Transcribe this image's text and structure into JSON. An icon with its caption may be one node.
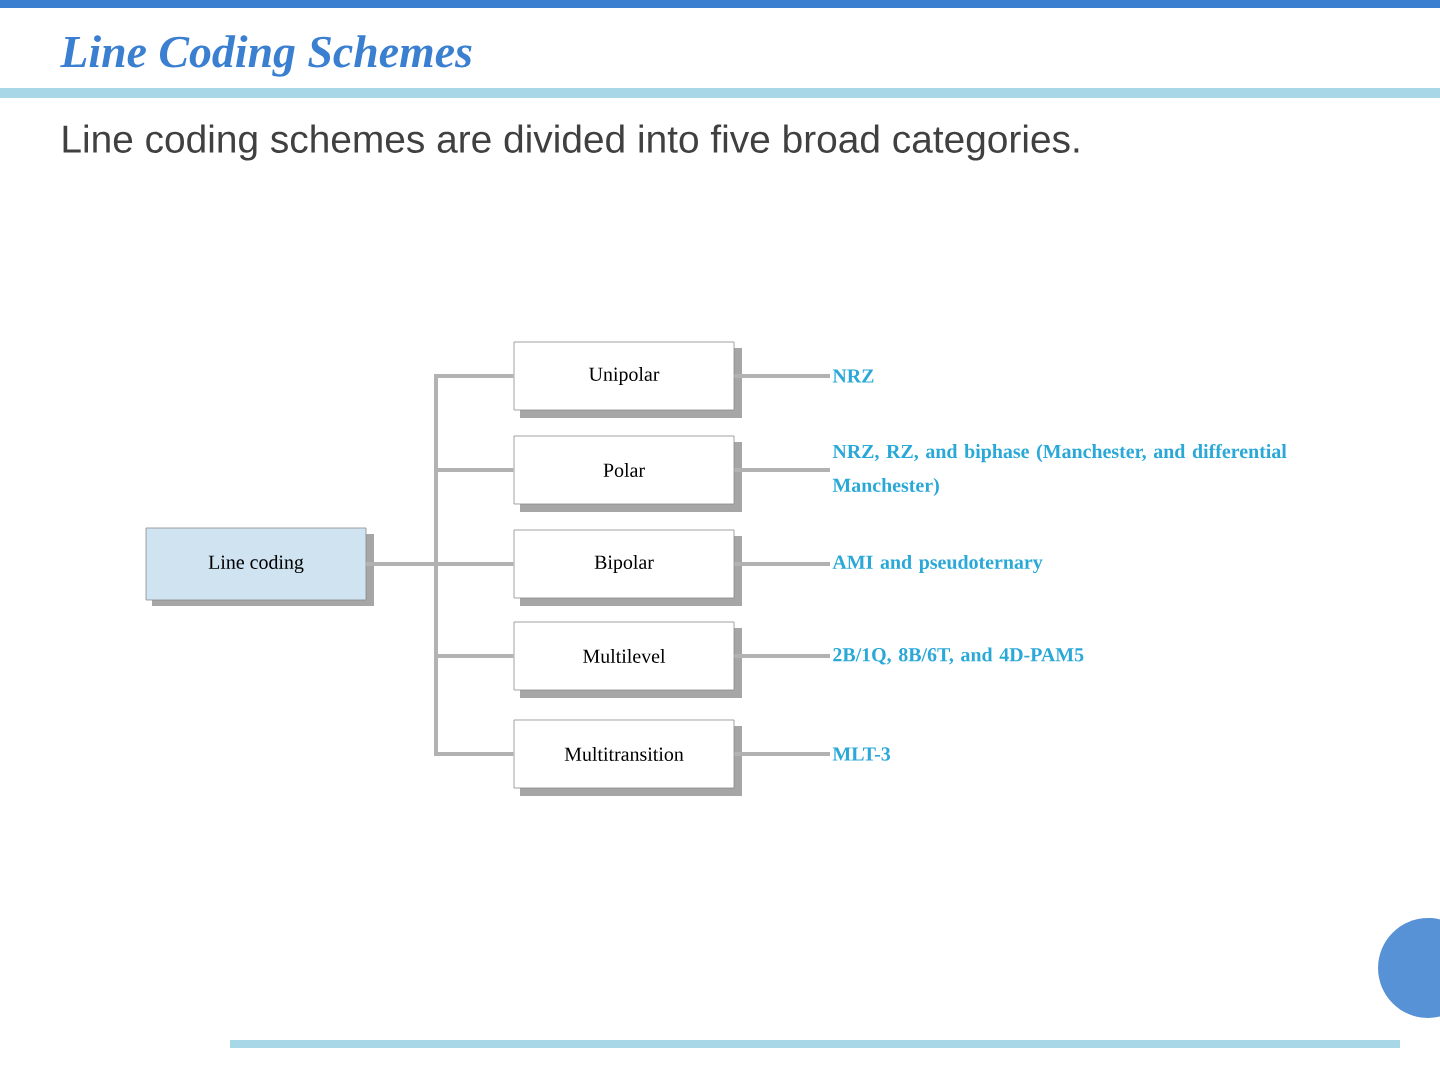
{
  "diagram": {
    "title": "Line Coding Schemes",
    "nodes": [
      {
        "text": [
          "Line coding"
        ]
      },
      {
        "text": [
          "Unipolar"
        ]
      },
      {
        "text": [
          "Polar"
        ]
      },
      {
        "text": [
          "Bipolar"
        ]
      },
      {
        "text": [
          "Multilevel"
        ]
      },
      {
        "text": [
          "Multitransition"
        ]
      },
      {
        "text": [
          "NRZ"
        ]
      },
      {
        "text": [
          "NRZ, RZ, and biphase (Manchester, and differential Manchester)"
        ]
      },
      {
        "text": [
          "AMI and pseudoternary"
        ]
      },
      {
        "text": [
          "2B/1Q, 8B/6T, and 4D-PAM5"
        ]
      },
      {
        "text": [
          "MLT-3"
        ]
      }
    ],
    "edges": [
      {
        "from": 0,
        "to": 1,
        "arrow": "none"
      },
      {
        "from": 0,
        "to": 2,
        "arrow": "none"
      },
      {
        "from": 0,
        "to": 3,
        "arrow": "none"
      },
      {
        "from": 0,
        "to": 4,
        "arrow": "none"
      },
      {
        "from": 0,
        "to": 5,
        "arrow": "none"
      },
      {
        "from": 1,
        "to": 6,
        "arrow": "none"
      },
      {
        "from": 2,
        "to": 7,
        "arrow": "none"
      },
      {
        "from": 3,
        "to": 8,
        "arrow": "none"
      },
      {
        "from": 4,
        "to": 9,
        "arrow": "none"
      },
      {
        "from": 5,
        "to": 10,
        "arrow": "none"
      }
    ],
    "labels": [
      "Line coding schemes are divided into five broad categories."
    ]
  }
}
